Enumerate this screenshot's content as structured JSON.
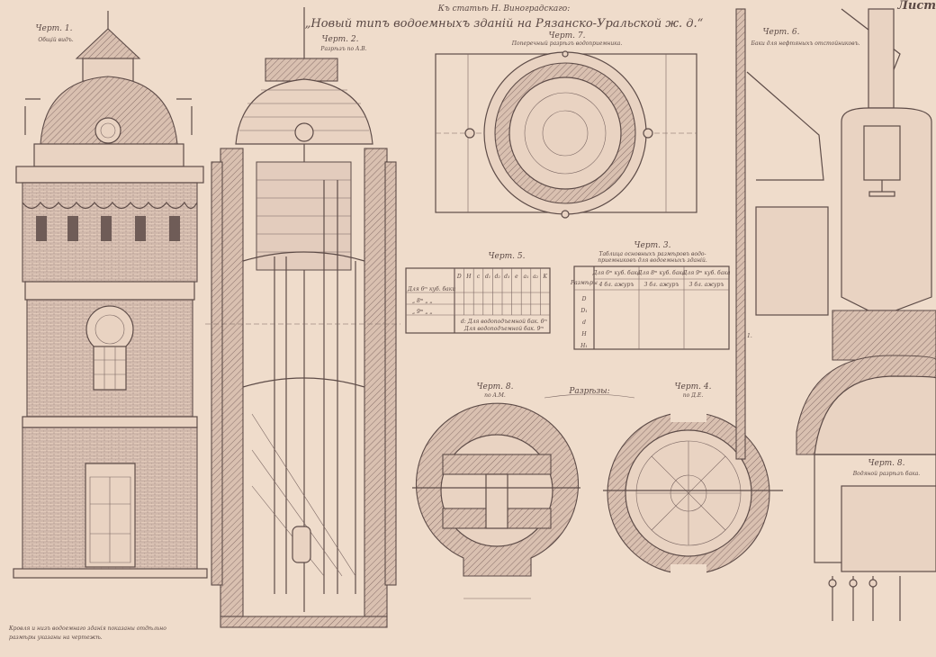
{
  "sheet": {
    "header_line1": "Къ статьѣ Н. Виноградскаго:",
    "header_line2": "„Новый типъ водоемныхъ зданій на Рязанско-Уральской ж. д.“",
    "sheet_label": "Лист"
  },
  "figures": {
    "fig1": {
      "number": "Черт. 1.",
      "caption": "Общій видъ."
    },
    "fig2": {
      "number": "Черт. 2.",
      "caption": "Разрѣзъ по A.B."
    },
    "fig7": {
      "number": "Черт. 7.",
      "caption": "Поперечный разрѣзъ водоприемника."
    },
    "fig5": {
      "number": "Черт. 5."
    },
    "fig3": {
      "number": "Черт. 3.",
      "caption_line1": "Таблица основныхъ размѣровъ водо-",
      "caption_line2": "приемниковъ для водоемныхъ зданій."
    },
    "fig6": {
      "number": "Черт. 6.",
      "caption": "Баки для нефтяныхъ отстойниковъ."
    },
    "fig8": {
      "number": "Черт. 8.",
      "caption": "по A.M."
    },
    "fig4": {
      "number": "Черт. 4.",
      "caption": "по Д.Е."
    },
    "fig8b": {
      "number": "Черт. 8.",
      "caption": "Водяной разрѣзъ бака."
    },
    "sections_label": "Разрѣзы:",
    "bottom_note_line1": "Кровля и низъ водоемнаго зданія показаны отдѣльно",
    "bottom_note_line2": "размѣры указаны на чертежѣ."
  },
  "table5": {
    "headers": [
      "D",
      "H",
      "c",
      "d₁",
      "d₂",
      "d₃",
      "e",
      "a₁",
      "a₂",
      "K"
    ],
    "rows": [
      "Для 6ᵐ куб. баки",
      "„ 8ᵐ „ „",
      "„ 9ᵐ „ „"
    ],
    "footer_line1": "d: Для водоподъемной бак. 6ᵐ",
    "footer_line2": "Для водоподъемной бак. 9ᵐ"
  },
  "table3": {
    "corner": "Размѣры",
    "headers": [
      "Для 6ᵐ куб. бака",
      "Для 8ᵐ куб. бака",
      "Для 9ᵐ куб. бака"
    ],
    "subheaders": [
      "4 бл. ажуръ",
      "3 бл. ажуръ",
      "3 бл. ажуръ"
    ],
    "row_labels": [
      "D",
      "D₁",
      "d",
      "H",
      "H₁"
    ]
  }
}
